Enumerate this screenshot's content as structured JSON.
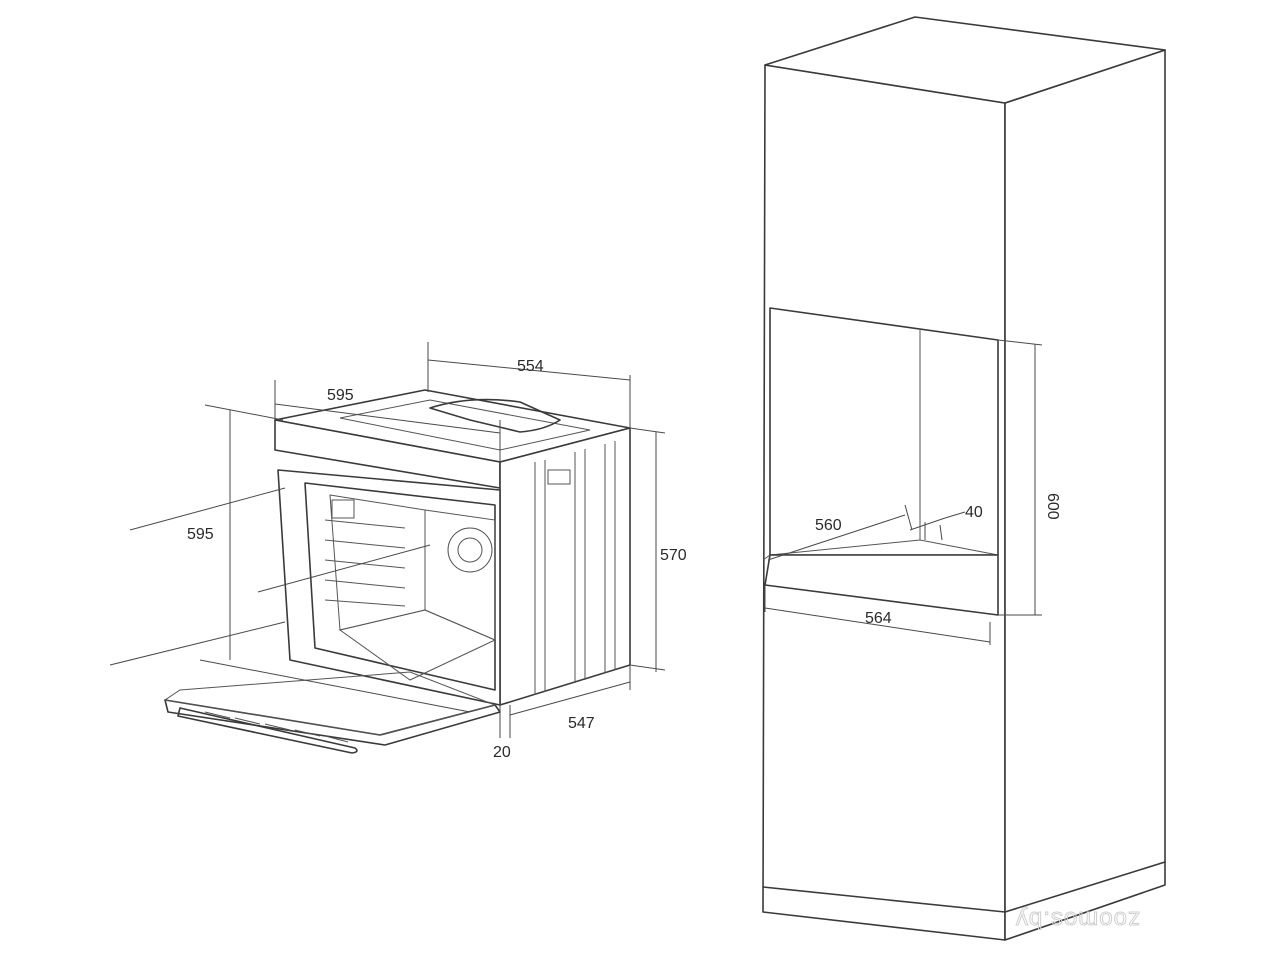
{
  "oven": {
    "dims": {
      "top_depth": "554",
      "front_width": "595",
      "front_height": "595",
      "body_height": "570",
      "body_depth": "547",
      "panel_offset": "20"
    }
  },
  "cabinet": {
    "dims": {
      "niche_height": "600",
      "niche_depth": "560",
      "rear_gap": "40",
      "niche_width": "564"
    }
  },
  "watermark": "zoomos.by",
  "colors": {
    "line": "#3a3a3a",
    "background": "#ffffff"
  }
}
